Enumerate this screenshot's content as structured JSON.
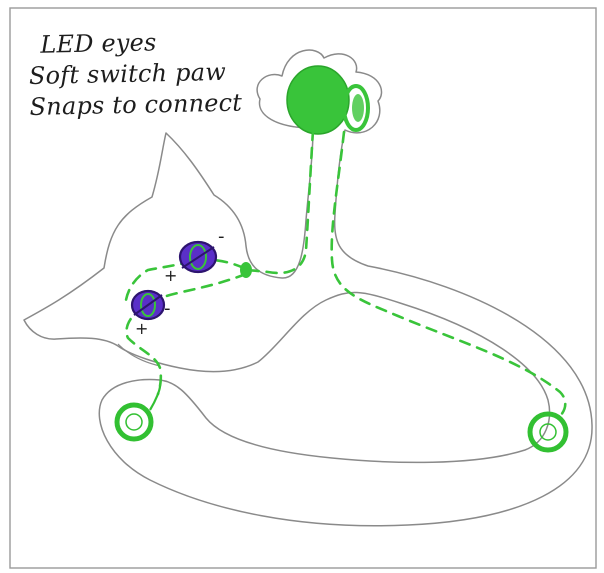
{
  "notes": {
    "line1": "LED eyes",
    "line2": "Soft switch paw",
    "line3": "Snaps to connect"
  },
  "colors": {
    "pencil": "#8a8a8a",
    "border": "#9a9a9a",
    "circuit": "#39c43a",
    "led_purple": "#5a2fc8",
    "led_dark": "#2d146f",
    "snap": "#32c032",
    "ink": "#1d1d1d"
  },
  "icons": {
    "led_eye": "led-eye-icon",
    "snap": "snap-icon",
    "switch_paw": "soft-switch-paw-icon"
  },
  "polarity": {
    "left_eye_negative": "-",
    "left_eye_positive": "+",
    "right_eye_negative": "-",
    "right_eye_positive": "+"
  }
}
